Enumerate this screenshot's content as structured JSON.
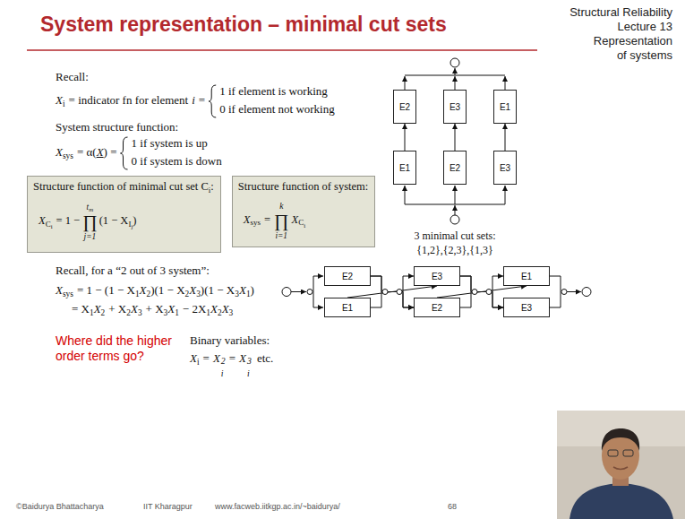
{
  "diagram": {
    "title": "System representation – minimal cut sets",
    "nodes": [
      {
        "text": [
          "Structure function of minimal cut set C",
          "i",
          ":",
          "X",
          "C",
          "i",
          "= 1 −",
          "t",
          "m",
          "∏",
          "j=1",
          "(1 − X",
          "I",
          "j",
          ")"
        ]
      },
      {
        "text": [
          "Structure function of system:",
          "X",
          "sys",
          "=",
          "k",
          "∏",
          "i=1",
          "X",
          "C",
          "i"
        ]
      },
      {
        "text": [
          "E2"
        ]
      },
      {
        "text": [
          "E3"
        ]
      },
      {
        "text": [
          "E1"
        ]
      },
      {
        "text": [
          "E1"
        ]
      },
      {
        "text": [
          "E2"
        ]
      },
      {
        "text": [
          "E3"
        ]
      },
      {
        "text": [
          "E2"
        ]
      },
      {
        "text": [
          "E3"
        ]
      },
      {
        "text": [
          "E1"
        ]
      },
      {
        "text": [
          "E1"
        ]
      },
      {
        "text": [
          "E2"
        ]
      },
      {
        "text": [
          "E3"
        ]
      }
    ],
    "edges": [
      {
        "from": 5,
        "to": 2,
        "arrow": "to"
      },
      {
        "from": 6,
        "to": 3,
        "arrow": "to"
      },
      {
        "from": 7,
        "to": 4,
        "arrow": "to"
      },
      {
        "from": 8,
        "to": 9,
        "arrow": "to"
      },
      {
        "from": 8,
        "to": 12,
        "arrow": "to"
      },
      {
        "from": 11,
        "to": 9,
        "arrow": "to"
      },
      {
        "from": 11,
        "to": 12,
        "arrow": "to"
      },
      {
        "from": 9,
        "to": 10,
        "arrow": "to"
      },
      {
        "from": 9,
        "to": 13,
        "arrow": "to"
      },
      {
        "from": 12,
        "to": 10,
        "arrow": "to"
      },
      {
        "from": 12,
        "to": 13,
        "arrow": "to"
      }
    ],
    "labels": [
      "Structural Reliability",
      "Lecture 13",
      "Representation",
      "of systems",
      "Recall:",
      "X",
      "i",
      "= indicator fn for element",
      "i",
      "=",
      "1 if element is working",
      "0 if element not working",
      "System structure function:",
      "X",
      "sys",
      "= α(",
      "X",
      ") =",
      "1 if system is up",
      "0 if system is down",
      "Recall, for a “2 out of 3 system”:",
      "X",
      "sys",
      "= 1 − (1 − X",
      "1",
      "X",
      "2",
      ")(1 − X",
      "2",
      "X",
      "3",
      ")(1 − X",
      "3",
      "X",
      "1",
      ")",
      "= X",
      "1",
      "X",
      "2",
      "+ X",
      "2",
      "X",
      "3",
      "+ X",
      "3",
      "X",
      "1",
      "− 2X",
      "1",
      "X",
      "2",
      "X",
      "3",
      "Where did the higher order terms go?",
      "Binary variables:",
      "X",
      "i",
      "=",
      "X",
      "i",
      "2",
      "=",
      "X",
      "i",
      "3",
      "etc.",
      "3 minimal cut sets:",
      "{1,2},{2,3},{1,3}",
      "©Baidurya Bhattacharya",
      "IIT Kharagpur",
      "www.facweb.iitkgp.ac.in/~baidurya/",
      "68"
    ]
  }
}
